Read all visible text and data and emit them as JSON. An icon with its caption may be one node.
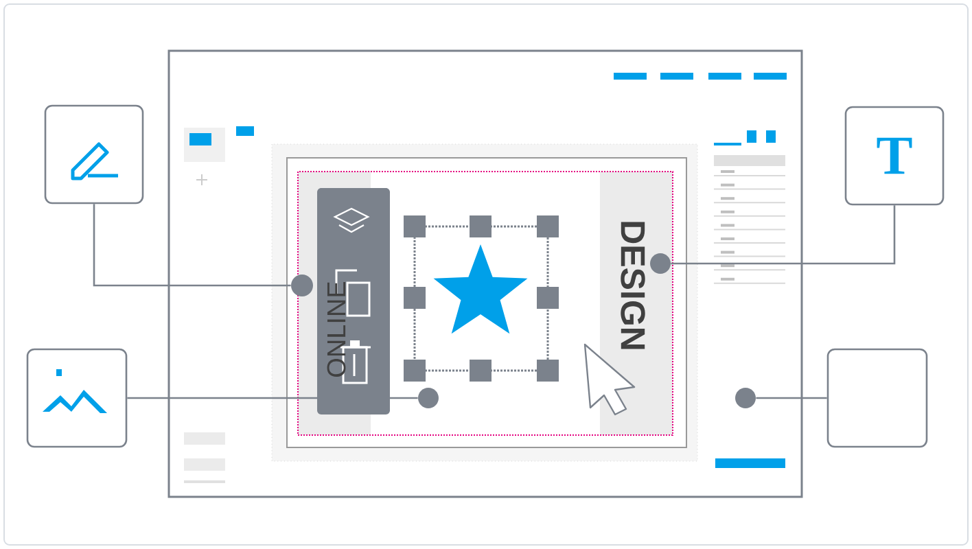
{
  "diagram": {
    "nodes": [
      {
        "text": [],
        "shape": "box"
      },
      {
        "text": [],
        "shape": "box"
      },
      {
        "text": [
          "T"
        ]
      },
      {
        "text": [],
        "shape": "box"
      },
      {
        "text": [],
        "shape": "circle"
      },
      {
        "text": [],
        "shape": "circle"
      },
      {
        "text": [],
        "shape": "circle"
      },
      {
        "text": [],
        "shape": "circle"
      }
    ],
    "edges": [
      {
        "from": 0,
        "to": 4,
        "arrow": "none"
      },
      {
        "from": 1,
        "to": 5,
        "arrow": "none"
      },
      {
        "from": 2,
        "to": 6,
        "arrow": "none"
      },
      {
        "from": 3,
        "to": 7,
        "arrow": "none"
      }
    ],
    "labels": [
      "ONLINE",
      "DESIGN"
    ]
  }
}
